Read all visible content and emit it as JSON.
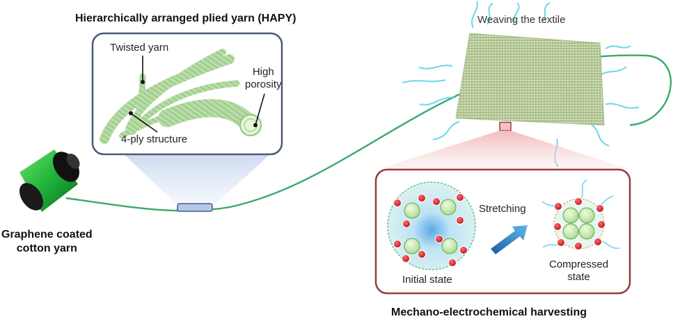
{
  "title_hapy": "Hierarchically arranged plied yarn (HAPY)",
  "title_weaving": "Weaving the textile",
  "label_twisted": "Twisted yarn",
  "label_high_porosity": [
    "High",
    "porosity"
  ],
  "label_4ply": "4-ply structure",
  "label_graphene": [
    "Graphene coated",
    "cotton yarn"
  ],
  "label_stretching": "Stretching",
  "label_initial": "Initial state",
  "label_compressed": [
    "Compressed",
    "state"
  ],
  "title_harvesting": "Mechano-electrochemical harvesting",
  "colors": {
    "yarn_green": "#3aa86b",
    "spool_green": "#1fb33a",
    "inset_border": "#4a5a78",
    "harvest_border": "#9b3a3a",
    "ion_red": "#d81e2a",
    "particle_green": "#c9e9a8",
    "arrow_blue": "#2f86c8",
    "water_cyan": "#4fd0ea"
  }
}
